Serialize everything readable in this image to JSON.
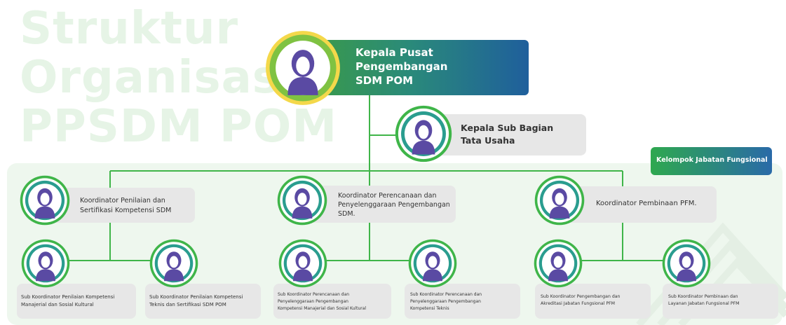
{
  "title_lines": [
    "Struktur",
    "Organisasi",
    "PPSDM POM"
  ],
  "head": {
    "lines": [
      "Kepala Pusat",
      "Pengembangan",
      "SDM POM"
    ]
  },
  "subbag": {
    "lines": [
      "Kepala Sub Bagian",
      "Tata Usaha"
    ]
  },
  "kjf": {
    "label": "Kelompok Jabatan Fungsional"
  },
  "coordinators": [
    {
      "lines": [
        "Koordinator Penilaian dan",
        "Sertifikasi Kompetensi SDM"
      ]
    },
    {
      "lines": [
        "Koordinator Perencanaan dan",
        "Penyelenggaraan Pengembangan",
        "SDM."
      ]
    },
    {
      "lines": [
        "Koordinator Pembinaan PFM."
      ]
    }
  ],
  "subs": [
    {
      "lines": [
        "Sub Koordinator Penilaian Kompetensi",
        "Manajerial dan Sosial Kultural"
      ]
    },
    {
      "lines": [
        "Sub Koordinator Penilaian Kompetensi",
        "Teknis dan Sertifikasi SDM POM"
      ]
    },
    {
      "lines": [
        "Sub Koordinator Perencanaan dan",
        "Penyelenggaraan Pengembangan",
        "Kompetensi Manajerial dan Sosial Kultural"
      ]
    },
    {
      "lines": [
        "Sub Koordinator Perencanaan dan",
        "Penyelenggaraan Pengembangan",
        "Kompetensi Teknis"
      ]
    },
    {
      "lines": [
        "Sub Koordinator Pengembangan dan",
        "Akreditasi Jabatan Fungsional PFM"
      ]
    },
    {
      "lines": [
        "Sub Koordinator Pembinaan dan",
        "Layanan Jabatan Fungsional PFM"
      ]
    }
  ],
  "colors": {
    "green": "#3fb549",
    "teal": "#2a9d8f",
    "navy": "#1f5f9c",
    "avatar_purple": "#5a4aa3",
    "box_gray": "#e7e7e7"
  }
}
